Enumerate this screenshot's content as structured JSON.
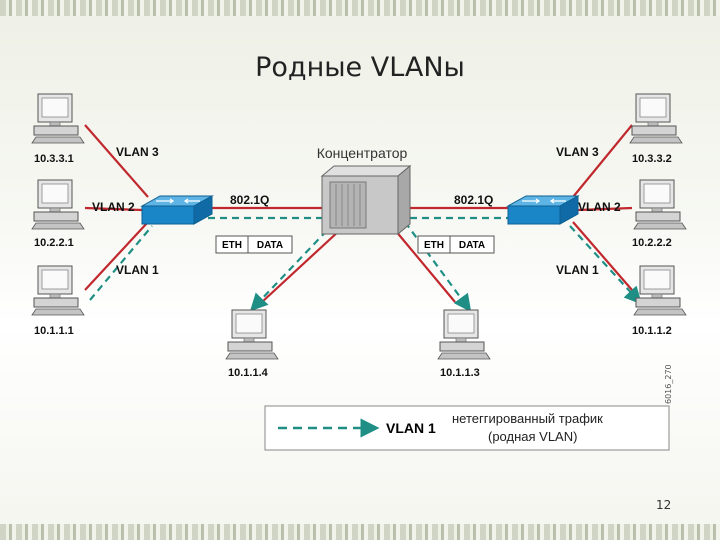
{
  "title": "Родные VLANы",
  "page_number": "12",
  "side_code": "6016_270",
  "hub_label": "Концентратор",
  "trunk_left_label": "802.1Q",
  "trunk_right_label": "802.1Q",
  "frame_eth": "ETH",
  "frame_data": "DATA",
  "left_hosts": [
    {
      "ip": "10.3.3.1",
      "vlan": "VLAN 3"
    },
    {
      "ip": "10.2.2.1",
      "vlan": "VLAN 2"
    },
    {
      "ip": "10.1.1.1",
      "vlan": "VLAN 1"
    }
  ],
  "right_hosts": [
    {
      "ip": "10.3.3.2",
      "vlan": "VLAN 3"
    },
    {
      "ip": "10.2.2.2",
      "vlan": "VLAN 2"
    },
    {
      "ip": "10.1.1.2",
      "vlan": "VLAN 1"
    }
  ],
  "hub_hosts": [
    {
      "ip": "10.1.1.4"
    },
    {
      "ip": "10.1.1.3"
    }
  ],
  "legend": {
    "vlan": "VLAN 1",
    "line1": "нетеггированный трафик",
    "line2": "(родная VLAN)"
  },
  "colors": {
    "vlan_link": "#c0282e",
    "native_dashed": "#1f8f86",
    "switch": "#1a86c8",
    "hub": "#c8c8c8"
  }
}
